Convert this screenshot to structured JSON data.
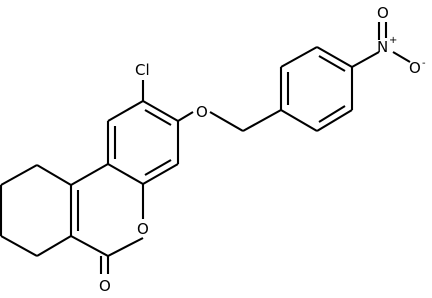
{
  "structure": {
    "atoms": {
      "chlorine": "Cl",
      "ether_oxygen": "O",
      "ring_oxygen": "O",
      "carbonyl_oxygen": "O",
      "nitro_nitrogen": "N",
      "nitro_nitrogen_charge": "+",
      "nitro_oxygen_top": "O",
      "nitro_oxygen_right": "O",
      "nitro_oxygen_charge": "-"
    }
  }
}
